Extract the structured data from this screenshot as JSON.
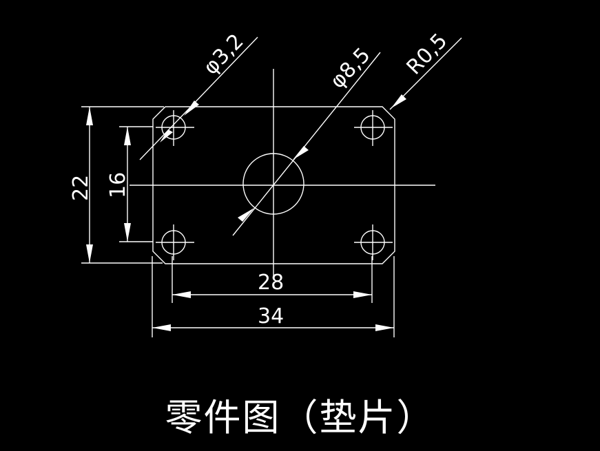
{
  "canvas": {
    "background": "#000000",
    "line_color": "#ffffff"
  },
  "dimensions": {
    "hole_small_dia": "φ3,2",
    "hole_center_dia": "φ8,5",
    "corner_radius": "R0,5",
    "outer_height": "22",
    "hole_spacing_vertical": "16",
    "hole_spacing_horizontal": "28",
    "outer_width": "34"
  },
  "caption": "零件图（垫片）"
}
